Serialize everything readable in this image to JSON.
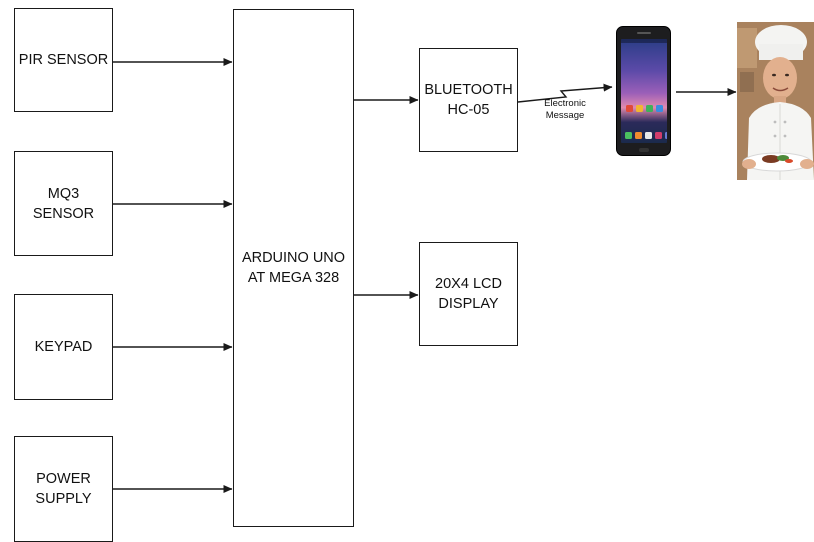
{
  "blocks": {
    "pir": "PIR SENSOR",
    "mq3": "MQ3\nSENSOR",
    "keypad": "KEYPAD",
    "power": "POWER\nSUPPLY",
    "arduino": "ARDUINO UNO\nAT MEGA  328",
    "bluetooth": "BLUETOOTH\nHC-05",
    "lcd": "20X4 LCD\nDISPLAY"
  },
  "link_label": "Electronic\nMessage",
  "images": {
    "phone": "smartphone-icon",
    "chef": "chef-photo"
  },
  "colors": {
    "line": "#1a1a1a",
    "box_border": "#1a1a1a",
    "background": "#ffffff"
  }
}
